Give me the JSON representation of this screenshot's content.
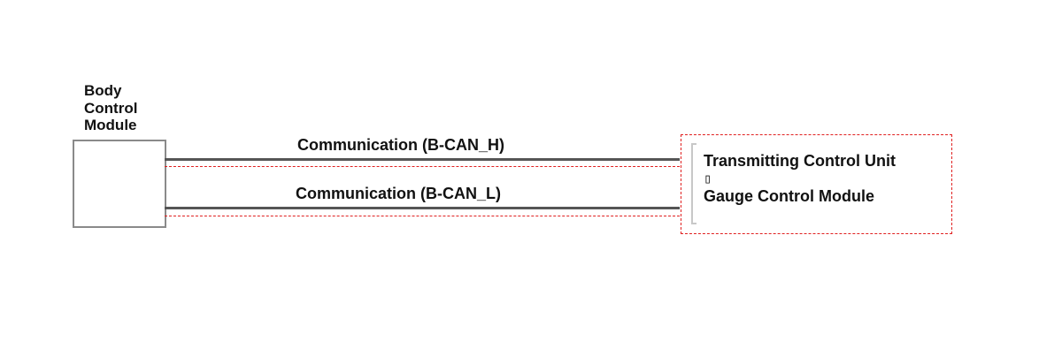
{
  "body_control_module": {
    "label_lines": [
      "Body",
      "Control",
      "Module"
    ]
  },
  "wires": {
    "high": {
      "label": "Communication (B-CAN_H)"
    },
    "low": {
      "label": "Communication (B-CAN_L)"
    }
  },
  "receiver": {
    "line1": "Transmitting Control Unit",
    "line2_glyph": "▯",
    "line2": "Gauge Control Module"
  },
  "colors": {
    "wire": "#555555",
    "dashed_outline": "#e02020",
    "box_border": "#8a8a8a"
  }
}
